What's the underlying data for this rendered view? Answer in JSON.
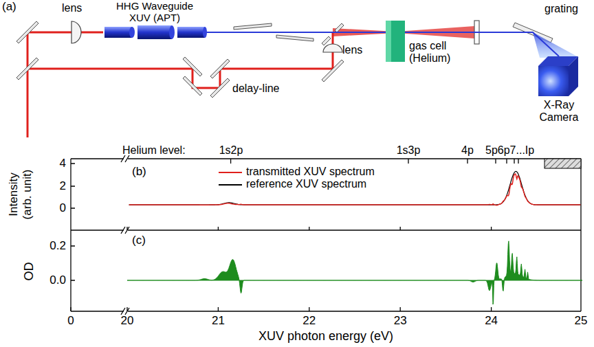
{
  "diagram": {
    "nodes": [
      {
        "text": [
          "HHG Waveguide XUV (APT)"
        ]
      },
      {
        "text": [
          "gas cell (Helium)"
        ]
      },
      {
        "text": [
          "X-Ray Camera"
        ]
      }
    ],
    "edges": [
      {
        "from": 0,
        "to": 1,
        "arrow": "none"
      },
      {
        "from": 1,
        "to": 2,
        "arrow": "none"
      }
    ],
    "labels": [
      "(a)",
      "lens",
      "delay-line",
      "lens",
      "grating",
      "Helium level:",
      "1s2p",
      "1s3p",
      "4p",
      "5p6p7...Ip",
      "4",
      "2",
      "0",
      "(b)",
      "Intensity (arb. unit)",
      "0.2",
      "0.0",
      "(c)",
      "OD",
      "0",
      "20",
      "21",
      "22",
      "23",
      "24",
      "25",
      "XUV photon energy (eV)"
    ],
    "legend": [
      {
        "text": "transmitted XUV spectrum"
      },
      {
        "text": "reference XUV spectrum"
      }
    ]
  }
}
